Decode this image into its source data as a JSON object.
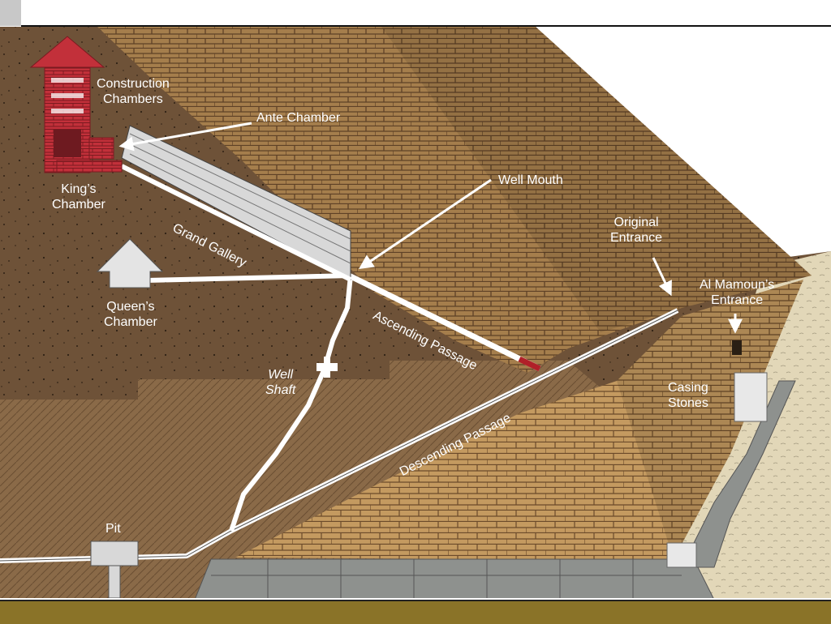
{
  "labels": {
    "construction_chambers_1": "Construction",
    "construction_chambers_2": "Chambers",
    "ante_chamber": "Ante Chamber",
    "kings_chamber_1": "King’s",
    "kings_chamber_2": "Chamber",
    "grand_gallery": "Grand Gallery",
    "well_mouth": "Well Mouth",
    "original_entrance_1": "Original",
    "original_entrance_2": "Entrance",
    "al_mamoun_1": "Al Mamoun’s",
    "al_mamoun_2": "Entrance",
    "queens_chamber_1": "Queen’s",
    "queens_chamber_2": "Chamber",
    "ascending_passage": "Ascending Passage",
    "well_shaft_1": "Well",
    "well_shaft_2": "Shaft",
    "casing_stones_1": "Casing",
    "casing_stones_2": "Stones",
    "descending_passage": "Descending Passage",
    "pit": "Pit"
  },
  "colors": {
    "bedrock": "#6e5238",
    "masonry": "#a57e4c",
    "masonry_light": "#c59c62",
    "ground": "#e2d7b8",
    "passage": "#ffffff",
    "chamber_red": "#c2303a",
    "casing_grey": "#8e918e",
    "bottom_bar": "#8a7328"
  }
}
